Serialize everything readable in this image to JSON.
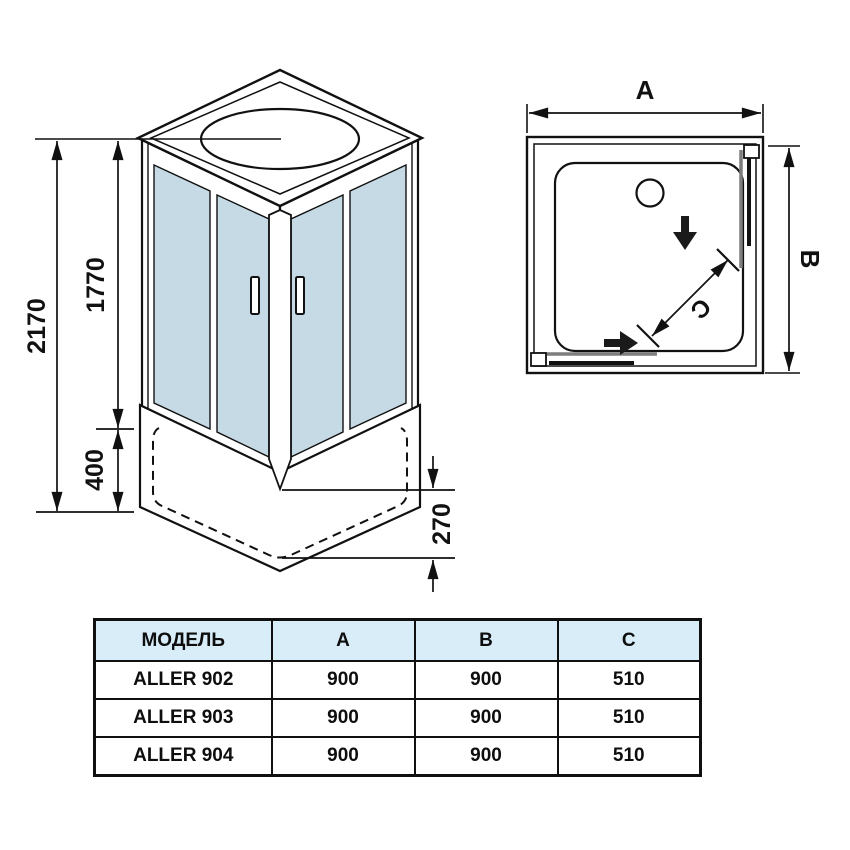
{
  "drawing": {
    "iso_view": {
      "dim_total_height": "2170",
      "dim_glass_height": "1770",
      "dim_base_height": "400",
      "dim_tray_inner_depth": "270"
    },
    "top_view": {
      "dim_width_label": "A",
      "dim_depth_label": "B",
      "dim_door_label": "C"
    }
  },
  "table": {
    "headers": [
      "МОДЕЛЬ",
      "A",
      "B",
      "C"
    ],
    "rows": [
      {
        "model": "ALLER 902",
        "a": "900",
        "b": "900",
        "c": "510"
      },
      {
        "model": "ALLER 903",
        "a": "900",
        "b": "900",
        "c": "510"
      },
      {
        "model": "ALLER 904",
        "a": "900",
        "b": "900",
        "c": "510"
      }
    ]
  },
  "colors": {
    "glass": "#c6dae5",
    "table_header_bg": "#d9edf8",
    "line": "#111111",
    "rail_gray": "#7d7d7d"
  }
}
